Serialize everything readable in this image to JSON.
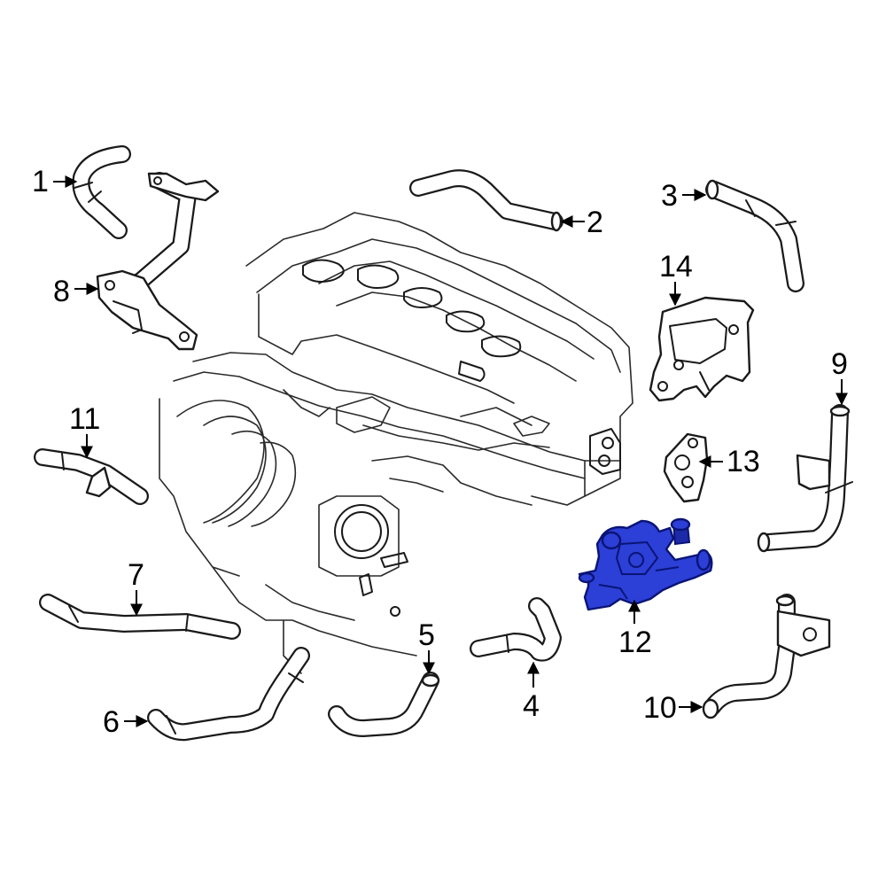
{
  "diagram": {
    "highlight_color": "#2c3fd6",
    "highlighted_part": "12",
    "callouts": [
      "1",
      "2",
      "3",
      "4",
      "5",
      "6",
      "7",
      "8",
      "9",
      "10",
      "11",
      "12",
      "13",
      "14"
    ]
  }
}
